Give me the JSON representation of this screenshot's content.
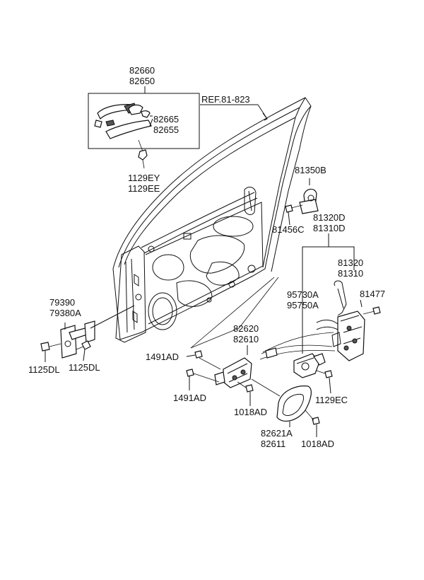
{
  "labels": {
    "l82660": "82660",
    "l82650": "82650",
    "l82665": "82665",
    "l82655": "82655",
    "l1129EY": "1129EY",
    "l1129EE": "1129EE",
    "ref": "REF.81-823",
    "l81350B": "81350B",
    "l81456C": "81456C",
    "l81320D": "81320D",
    "l81310D": "81310D",
    "l81320": "81320",
    "l81310": "81310",
    "l81477": "81477",
    "l95730A": "95730A",
    "l95750A": "95750A",
    "l79390": "79390",
    "l79380A": "79380A",
    "l1125DL_a": "1125DL",
    "l1125DL_b": "1125DL",
    "l82620": "82620",
    "l82610": "82610",
    "l1491AD_a": "1491AD",
    "l1491AD_b": "1491AD",
    "l1018AD_a": "1018AD",
    "l1018AD_b": "1018AD",
    "l1129EC": "1129EC",
    "l82621A": "82621A",
    "l82611": "82611"
  }
}
